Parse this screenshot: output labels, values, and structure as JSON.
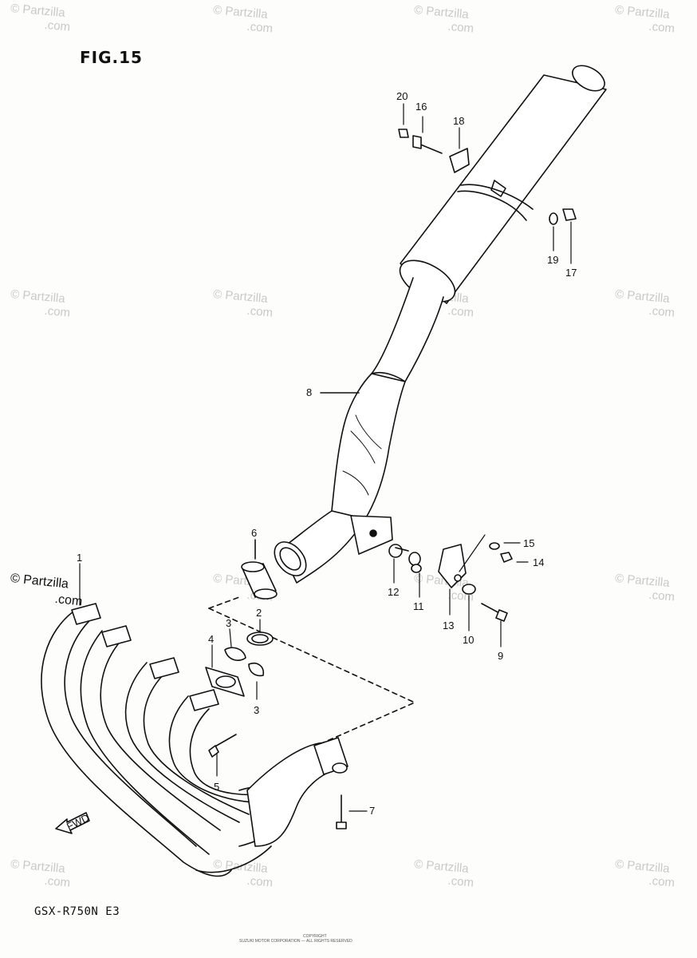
{
  "figure": {
    "title": "FIG.15",
    "model_label": "GSX-R750N  E3",
    "fwd_label": "FWD"
  },
  "copyright": {
    "symbol_text": "© Partzilla",
    "url": ".com"
  },
  "watermark": {
    "brand": "© Partzilla",
    "url": ".com",
    "color": "#c9c9c9"
  },
  "footer": {
    "line1": "COPYRIGHT",
    "line2": "SUZUKI MOTOR CORPORATION — ALL RIGHTS RESERVED"
  },
  "callouts": [
    "1",
    "2",
    "3",
    "3",
    "4",
    "5",
    "6",
    "7",
    "8",
    "9",
    "10",
    "11",
    "12",
    "13",
    "14",
    "15",
    "16",
    "17",
    "18",
    "19",
    "20"
  ]
}
